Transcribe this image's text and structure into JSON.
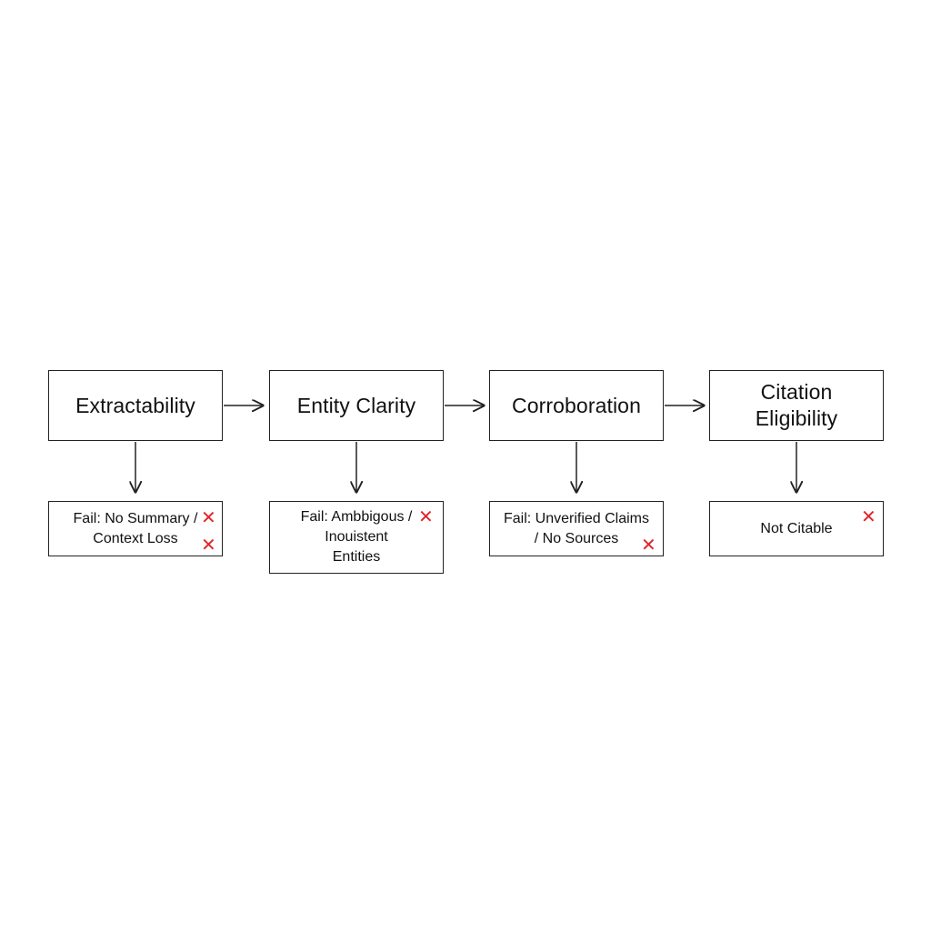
{
  "stages": [
    {
      "label": "Extractability",
      "fail_text": "Fail: No Summary /\nContext Loss"
    },
    {
      "label": "Entity Clarity",
      "fail_text": "Fail: Ambbigous /\nInouistent\nEntities"
    },
    {
      "label": "Corroboration",
      "fail_text": "Fail: Unverified Claims\n/ No Sources"
    },
    {
      "label": "Citation\nEligibility",
      "fail_text": "Not Citable"
    }
  ],
  "fail_marker": "✕",
  "colors": {
    "stroke": "#222222",
    "fail_marker": "#e0262b",
    "background": "#ffffff"
  }
}
